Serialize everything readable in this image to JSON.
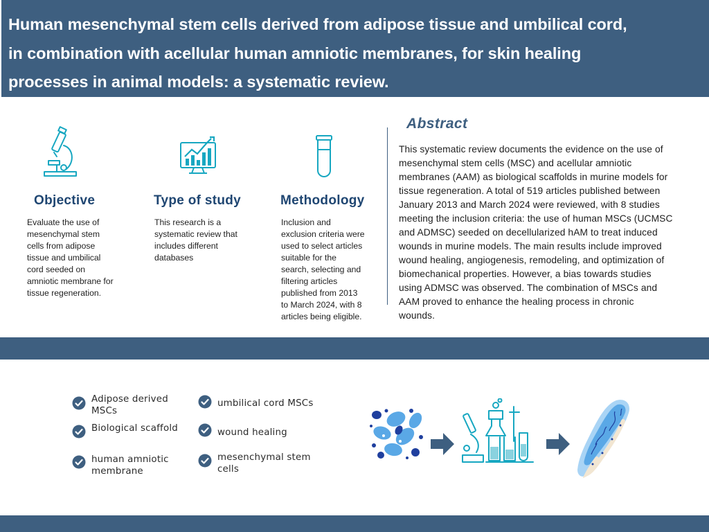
{
  "title": {
    "lines": [
      "Human mesenchymal stem cells derived from adipose tissue and umbilical cord,",
      "in combination with acellular human amniotic membranes, for skin healing",
      "processes in animal models: a systematic review."
    ]
  },
  "columns": [
    {
      "icon": "microscope-icon",
      "heading": "Objective",
      "text_lines": [
        "Evaluate the use of",
        "mesenchymal stem",
        "cells from adipose",
        "tissue and umbilical",
        "cord seeded on",
        "amniotic membrane for",
        "tissue regeneration."
      ]
    },
    {
      "icon": "chart-monitor-icon",
      "heading": "Type of study",
      "text_lines": [
        "This research is a",
        "systematic review that",
        "includes different",
        "databases"
      ]
    },
    {
      "icon": "test-tube-icon",
      "heading": "Methodology",
      "text_lines": [
        "Inclusion and",
        "exclusion criteria were",
        "used to select articles",
        "suitable for the",
        "search, selecting and",
        "filtering articles",
        "published from 2013",
        "to March 2024, with 8",
        "articles being eligible."
      ]
    }
  ],
  "abstract": {
    "title": "Abstract",
    "lines": [
      "This systematic review documents the evidence on the use of",
      "mesenchymal stem cells (MSC) and acellular amniotic",
      "membranes (AAM) as biological scaffolds in murine models for",
      "tissue regeneration. A total of 519 articles published between",
      "January 2013 and March 2024 were reviewed, with 8 studies",
      "meeting the inclusion criteria: the use of human MSCs (UCMSC",
      "and ADMSC) seeded on decellularized hAM to treat induced",
      "wounds in murine models. The main results include improved",
      "wound healing, angiogenesis, remodeling, and optimization of",
      "biomechanical properties. However, a bias towards studies",
      "using ADMSC was observed. The combination of MSCs and",
      "AAM proved to enhance the healing process in chronic",
      "wounds."
    ]
  },
  "keywords": [
    {
      "lines": [
        "Adipose derived",
        "MSCs"
      ]
    },
    {
      "lines": [
        "Biological scaffold"
      ]
    },
    {
      "lines": [
        "human amniotic",
        "membrane"
      ]
    },
    {
      "lines": [
        "umbilical cord MSCs"
      ]
    },
    {
      "lines": [
        "wound healing"
      ]
    },
    {
      "lines": [
        "mesenchymal stem",
        "cells"
      ]
    }
  ],
  "icons": {
    "check": "check-circle-icon",
    "cells": "cells-icon",
    "arrow": "arrow-right-icon",
    "lab": "lab-equipment-icon",
    "skin": "skin-tissue-icon"
  },
  "colors": {
    "header_band": "#3e5f80",
    "heading_text": "#1f4672",
    "icon_teal": "#17a7c1",
    "cell_blue": "#5aa8e6",
    "cell_dark": "#1f3f9e"
  }
}
